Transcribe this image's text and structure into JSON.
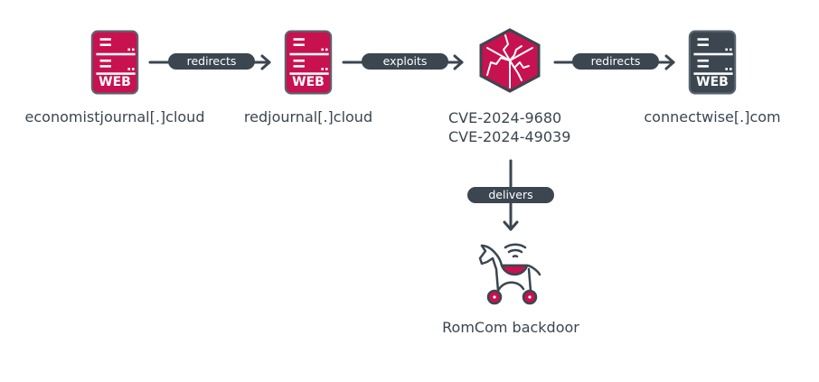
{
  "colors": {
    "accent": "#c8114f",
    "dark": "#3b4650"
  },
  "nodes": [
    {
      "id": "economist",
      "label": "economistjournal[.]cloud",
      "icon": "web-server-icon",
      "badge": "WEB",
      "color": "#c8114f"
    },
    {
      "id": "redjournal",
      "label": "redjournal[.]cloud",
      "icon": "web-server-icon",
      "badge": "WEB",
      "color": "#c8114f"
    },
    {
      "id": "cve",
      "label_lines": [
        "CVE-2024-9680",
        "CVE-2024-49039"
      ],
      "icon": "exploit-cube-icon",
      "color": "#c8114f"
    },
    {
      "id": "connectwise",
      "label": "connectwise[.]com",
      "icon": "web-server-icon",
      "badge": "WEB",
      "color": "#3b4650"
    },
    {
      "id": "romcom",
      "label": "RomCom backdoor",
      "icon": "trojan-horse-icon"
    }
  ],
  "edges": [
    {
      "from": "economist",
      "to": "redjournal",
      "label": "redirects"
    },
    {
      "from": "redjournal",
      "to": "cve",
      "label": "exploits"
    },
    {
      "from": "cve",
      "to": "connectwise",
      "label": "redirects"
    },
    {
      "from": "cve",
      "to": "romcom",
      "label": "delivers"
    }
  ]
}
